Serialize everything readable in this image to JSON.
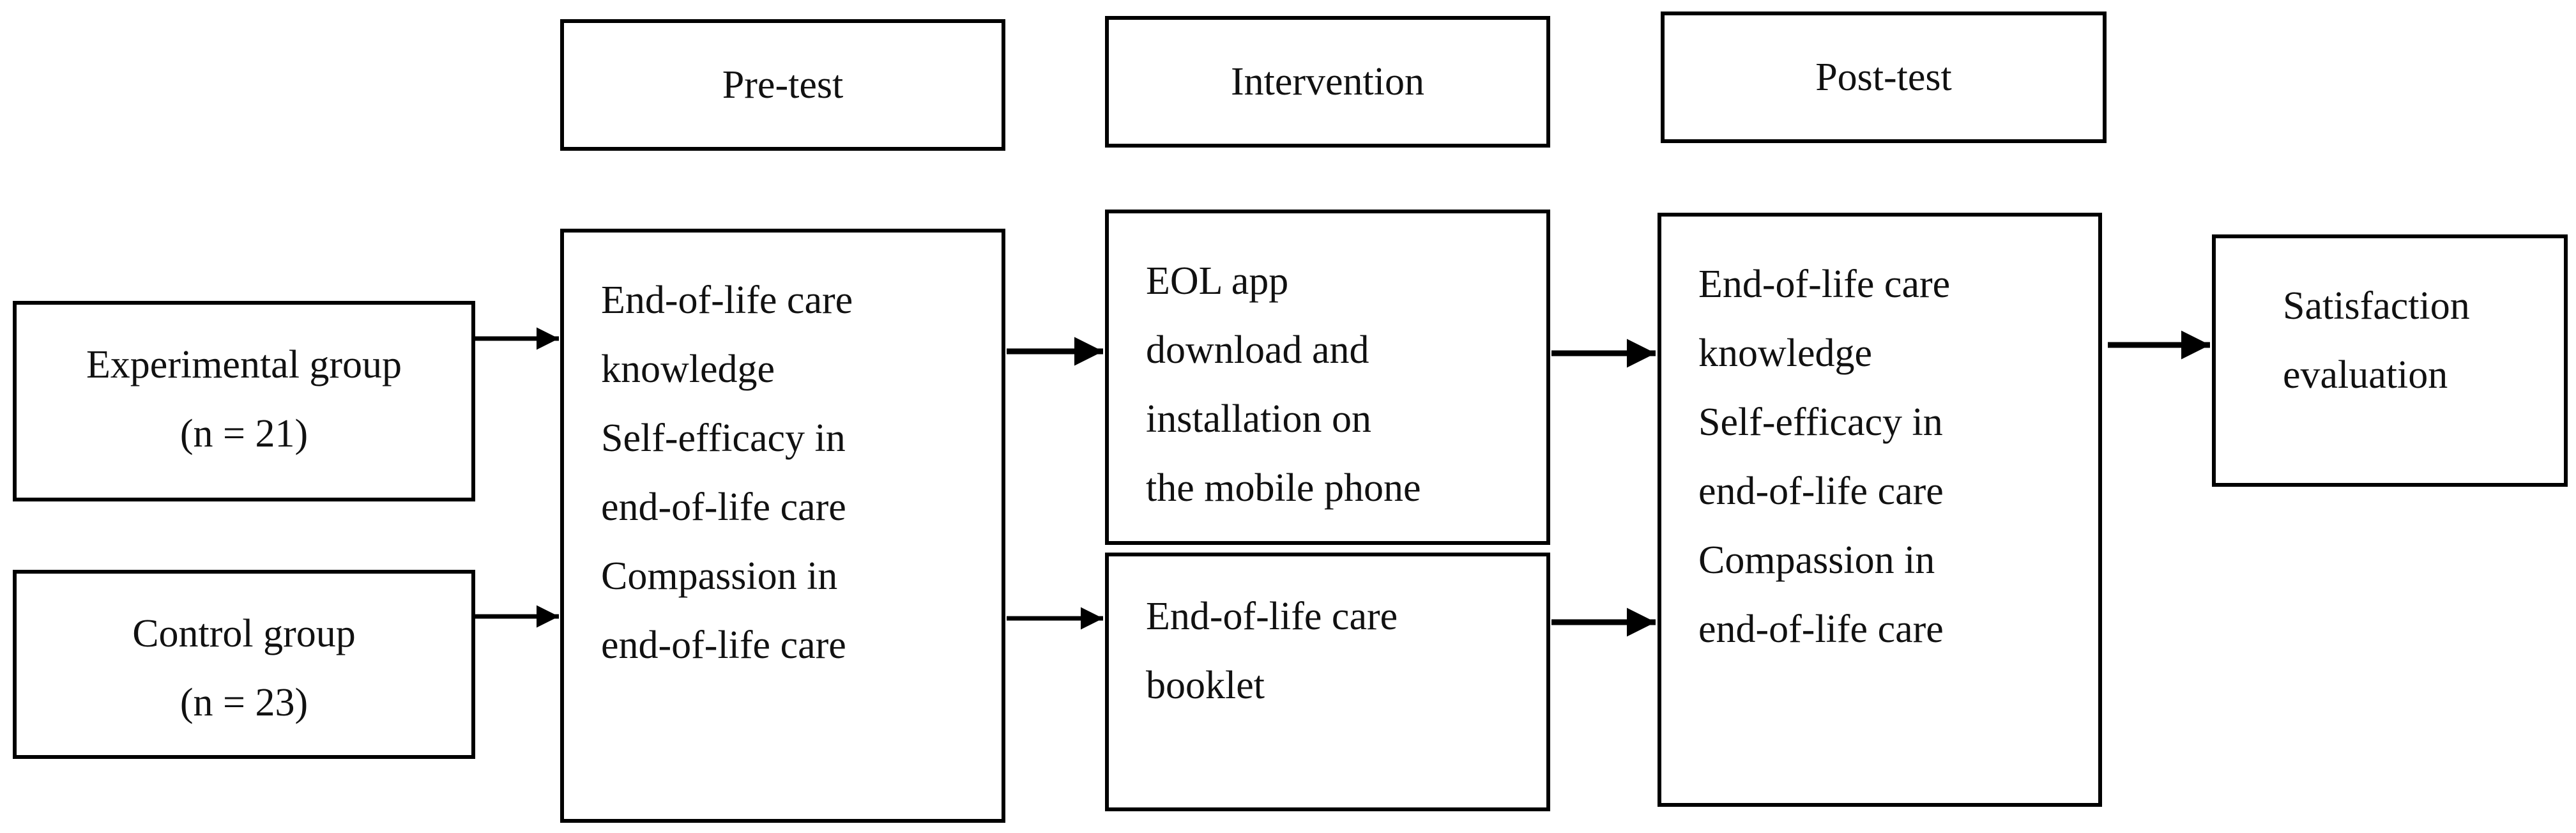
{
  "headers": {
    "pretest": "Pre-test",
    "intervention": "Intervention",
    "posttest": "Post-test"
  },
  "groups": {
    "experimental": {
      "label": "Experimental group",
      "n": "(n = 21)"
    },
    "control": {
      "label": "Control group",
      "n": "(n = 23)"
    }
  },
  "pretest_measures": [
    "End-of-life care",
    "knowledge",
    "Self-efficacy in",
    "end-of-life care",
    "Compassion in",
    "end-of-life care"
  ],
  "interventions": {
    "experimental": [
      "EOL app",
      "download and",
      "installation on",
      "the mobile phone"
    ],
    "control": [
      "End-of-life care",
      "booklet"
    ]
  },
  "posttest_measures": [
    "End-of-life care",
    "knowledge",
    "Self-efficacy in",
    "end-of-life care",
    "Compassion in",
    "end-of-life care"
  ],
  "satisfaction": [
    "Satisfaction",
    "evaluation"
  ]
}
